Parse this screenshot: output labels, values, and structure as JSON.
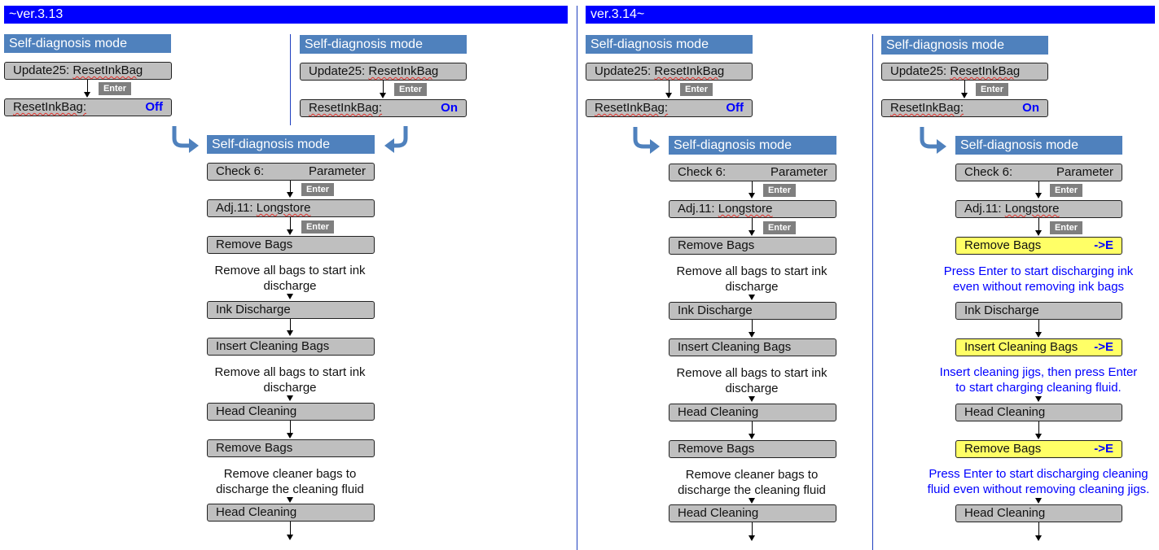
{
  "headers": {
    "left": "~ver.3.13",
    "right": "ver.3.14~"
  },
  "sdm_label": "Self-diagnosis mode",
  "enter_label": "Enter",
  "reset_box": {
    "prefix": "Update25: ",
    "name": "ResetInkBag",
    "setting_label": "ResetInkBag:"
  },
  "settings": {
    "off": "Off",
    "on": "On"
  },
  "check_box": {
    "left": "Check  6:",
    "right": "Parameter"
  },
  "adj_box": {
    "prefix": "Adj.11: ",
    "name": "Longstore"
  },
  "steps": {
    "remove_bags": "Remove Bags",
    "ink_discharge": "Ink Discharge",
    "insert_cleaning_bags": "Insert Cleaning Bags",
    "head_cleaning": "Head Cleaning",
    "enter_suffix": "->E"
  },
  "notes_old": {
    "remove_all_1": "Remove all bags to start ink",
    "remove_all_2": "discharge",
    "remove_cleaner_1": "Remove cleaner bags to",
    "remove_cleaner_2": "discharge the cleaning fluid"
  },
  "notes_new": {
    "press_ink_1": "Press Enter to start discharging ink",
    "press_ink_2": "even without removing ink bags",
    "insert_jigs_1": "Insert cleaning jigs, then press Enter",
    "insert_jigs_2": "to start charging cleaning fluid.",
    "press_clean_1": "Press Enter to start discharging cleaning",
    "press_clean_2": "fluid even without removing cleaning jigs."
  },
  "colors": {
    "header": "#0000ff",
    "mode_label": "#4f81bd",
    "box": "#bfbfbf",
    "highlight": "#ffff66",
    "enter": "#7f7f7f",
    "blue_text": "#0000ff"
  }
}
